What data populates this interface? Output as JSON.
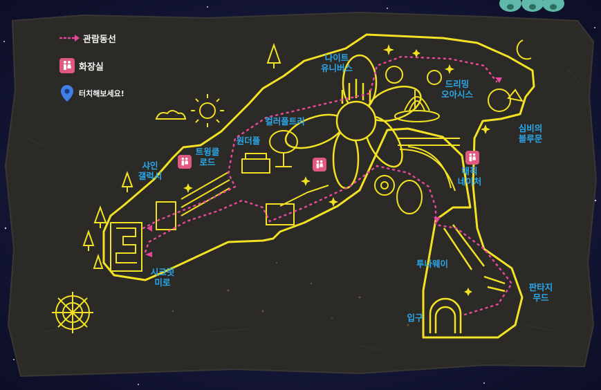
{
  "legend": {
    "route_label": "관람동선",
    "restroom_label": "화장실",
    "touch_label": "터치해보세요!"
  },
  "zones": {
    "night_universe": [
      "나이트",
      "유니버스"
    ],
    "dreaming_oasis": [
      "드리밍",
      "오아시스"
    ],
    "mysterious_moon": [
      "심비의",
      "블루문"
    ],
    "color_pool_tree": "컬러풀트리",
    "wonder_pool": "원더풀",
    "twinkle_road": [
      "트윙클",
      "로드"
    ],
    "shine_galaxy": [
      "샤인",
      "갤럭시"
    ],
    "secret_maze": [
      "시크릿",
      "미로"
    ],
    "magic_nature": [
      "매직",
      "네이처"
    ],
    "tuna_way": "투나웨이",
    "fantasy_mood": [
      "판타지",
      "무드"
    ],
    "entrance": "입구"
  },
  "colors": {
    "route": "#e8489a",
    "path": "#f3e224",
    "label": "#2aa8ea",
    "restroom": "#e05a80",
    "parchment": "#2c2a27",
    "space": "#14152e"
  }
}
